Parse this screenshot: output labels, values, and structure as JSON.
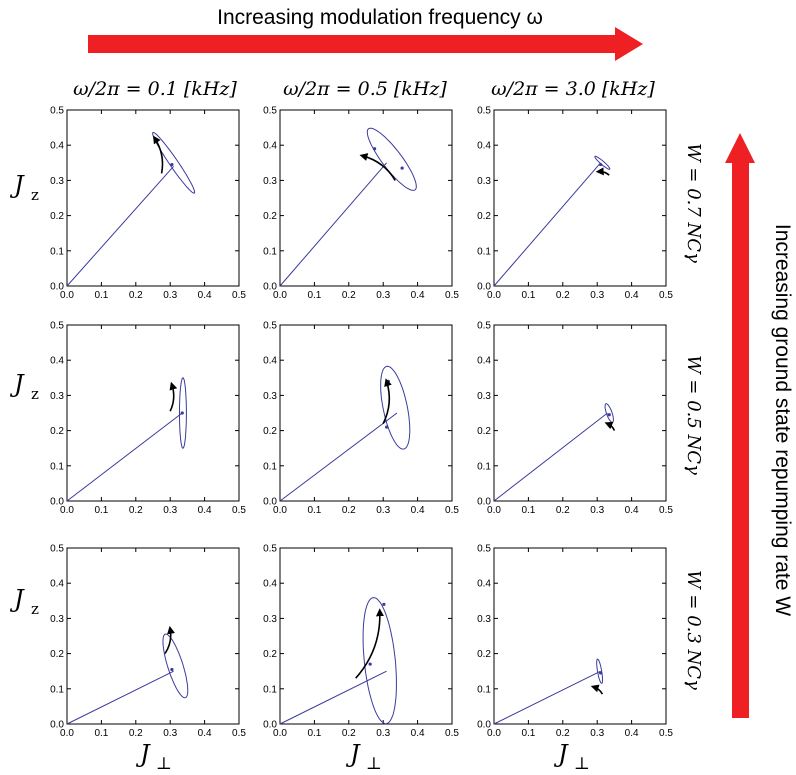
{
  "top_label": "Increasing modulation frequency ω",
  "side_label": "Increasing ground state repumping rate W",
  "arrow_color": "#ee2024",
  "curve_color": "#3b3b9c",
  "column_titles": [
    "ω/2π = 0.1 [kHz]",
    "ω/2π = 0.5 [kHz]",
    "ω/2π = 3.0 [kHz]"
  ],
  "row_labels": [
    "W = 0.7 NCγ",
    "W = 0.5 NCγ",
    "W = 0.3 NCγ"
  ],
  "y_axis_label": "J_z",
  "x_axis_label": "J_⊥",
  "chart_data": [
    {
      "type": "line",
      "row": 0,
      "col": 0,
      "xlim": [
        0,
        0.5
      ],
      "ylim": [
        0,
        0.5
      ],
      "xticks": [
        "0.0",
        "0.1",
        "0.2",
        "0.3",
        "0.4",
        "0.5"
      ],
      "yticks": [
        "0.0",
        "0.1",
        "0.2",
        "0.3",
        "0.4",
        "0.5"
      ],
      "trajectory": [
        [
          0,
          0
        ],
        [
          0.31,
          0.34
        ]
      ],
      "ellipse": {
        "cx": 0.31,
        "cy": 0.35,
        "rx": 0.105,
        "ry": 0.012,
        "angle_deg": -55
      },
      "markers": [
        [
          0.305,
          0.345
        ]
      ],
      "arrow": {
        "from": [
          0.275,
          0.32
        ],
        "to": [
          0.255,
          0.42
        ]
      }
    },
    {
      "type": "line",
      "row": 0,
      "col": 1,
      "xlim": [
        0,
        0.5
      ],
      "ylim": [
        0,
        0.5
      ],
      "xticks": [
        "0.0",
        "0.1",
        "0.2",
        "0.3",
        "0.4",
        "0.5"
      ],
      "yticks": [
        "0.0",
        "0.1",
        "0.2",
        "0.3",
        "0.4",
        "0.5"
      ],
      "trajectory": [
        [
          0,
          0
        ],
        [
          0.31,
          0.35
        ]
      ],
      "ellipse": {
        "cx": 0.325,
        "cy": 0.36,
        "rx": 0.11,
        "ry": 0.028,
        "angle_deg": -52
      },
      "markers": [
        [
          0.275,
          0.39
        ],
        [
          0.355,
          0.335
        ]
      ],
      "arrow": {
        "from": [
          0.335,
          0.3
        ],
        "to": [
          0.24,
          0.37
        ]
      }
    },
    {
      "type": "line",
      "row": 0,
      "col": 2,
      "xlim": [
        0,
        0.5
      ],
      "ylim": [
        0,
        0.5
      ],
      "xticks": [
        "0.0",
        "0.1",
        "0.2",
        "0.3",
        "0.4",
        "0.5"
      ],
      "yticks": [
        "0.0",
        "0.1",
        "0.2",
        "0.3",
        "0.4",
        "0.5"
      ],
      "trajectory": [
        [
          0,
          0
        ],
        [
          0.31,
          0.35
        ]
      ],
      "ellipse": {
        "cx": 0.315,
        "cy": 0.35,
        "rx": 0.028,
        "ry": 0.005,
        "angle_deg": -40
      },
      "markers": [
        [
          0.31,
          0.345
        ]
      ],
      "arrow": {
        "from": [
          0.335,
          0.315
        ],
        "to": [
          0.305,
          0.325
        ]
      }
    },
    {
      "type": "line",
      "row": 1,
      "col": 0,
      "xlim": [
        0,
        0.5
      ],
      "ylim": [
        0,
        0.5
      ],
      "xticks": [
        "0.0",
        "0.1",
        "0.2",
        "0.3",
        "0.4",
        "0.5"
      ],
      "yticks": [
        "0.0",
        "0.1",
        "0.2",
        "0.3",
        "0.4",
        "0.5"
      ],
      "trajectory": [
        [
          0,
          0
        ],
        [
          0.335,
          0.25
        ]
      ],
      "ellipse": {
        "cx": 0.337,
        "cy": 0.25,
        "rx": 0.01,
        "ry": 0.1,
        "angle_deg": 0
      },
      "markers": [
        [
          0.335,
          0.25
        ]
      ],
      "arrow": {
        "from": [
          0.3,
          0.255
        ],
        "to": [
          0.305,
          0.33
        ]
      }
    },
    {
      "type": "line",
      "row": 1,
      "col": 1,
      "xlim": [
        0,
        0.5
      ],
      "ylim": [
        0,
        0.5
      ],
      "xticks": [
        "0.0",
        "0.1",
        "0.2",
        "0.3",
        "0.4",
        "0.5"
      ],
      "yticks": [
        "0.0",
        "0.1",
        "0.2",
        "0.3",
        "0.4",
        "0.5"
      ],
      "trajectory": [
        [
          0,
          0
        ],
        [
          0.34,
          0.25
        ]
      ],
      "ellipse": {
        "cx": 0.335,
        "cy": 0.265,
        "rx": 0.035,
        "ry": 0.12,
        "angle_deg": 12
      },
      "markers": [
        [
          0.315,
          0.34
        ],
        [
          0.31,
          0.21
        ]
      ],
      "arrow": {
        "from": [
          0.3,
          0.22
        ],
        "to": [
          0.31,
          0.34
        ]
      }
    },
    {
      "type": "line",
      "row": 1,
      "col": 2,
      "xlim": [
        0,
        0.5
      ],
      "ylim": [
        0,
        0.5
      ],
      "xticks": [
        "0.0",
        "0.1",
        "0.2",
        "0.3",
        "0.4",
        "0.5"
      ],
      "yticks": [
        "0.0",
        "0.1",
        "0.2",
        "0.3",
        "0.4",
        "0.5"
      ],
      "trajectory": [
        [
          0,
          0
        ],
        [
          0.33,
          0.25
        ]
      ],
      "ellipse": {
        "cx": 0.335,
        "cy": 0.25,
        "rx": 0.008,
        "ry": 0.028,
        "angle_deg": 20
      },
      "markers": [
        [
          0.335,
          0.245
        ]
      ],
      "arrow": {
        "from": [
          0.35,
          0.2
        ],
        "to": [
          0.33,
          0.22
        ]
      }
    },
    {
      "type": "line",
      "row": 2,
      "col": 0,
      "xlim": [
        0,
        0.5
      ],
      "ylim": [
        0,
        0.5
      ],
      "xticks": [
        "0.0",
        "0.1",
        "0.2",
        "0.3",
        "0.4",
        "0.5"
      ],
      "yticks": [
        "0.0",
        "0.1",
        "0.2",
        "0.3",
        "0.4",
        "0.5"
      ],
      "trajectory": [
        [
          0,
          0
        ],
        [
          0.31,
          0.15
        ]
      ],
      "ellipse": {
        "cx": 0.315,
        "cy": 0.165,
        "rx": 0.022,
        "ry": 0.095,
        "angle_deg": 18
      },
      "markers": [
        [
          0.305,
          0.155
        ]
      ],
      "arrow": {
        "from": [
          0.285,
          0.2
        ],
        "to": [
          0.3,
          0.27
        ]
      }
    },
    {
      "type": "line",
      "row": 2,
      "col": 1,
      "xlim": [
        0,
        0.5
      ],
      "ylim": [
        0,
        0.5
      ],
      "xticks": [
        "0.0",
        "0.1",
        "0.2",
        "0.3",
        "0.4",
        "0.5"
      ],
      "yticks": [
        "0.0",
        "0.1",
        "0.2",
        "0.3",
        "0.4",
        "0.5"
      ],
      "trajectory": [
        [
          0,
          0
        ],
        [
          0.31,
          0.15
        ]
      ],
      "ellipse": {
        "cx": 0.29,
        "cy": 0.18,
        "rx": 0.045,
        "ry": 0.18,
        "angle_deg": 6
      },
      "markers": [
        [
          0.262,
          0.17
        ],
        [
          0.302,
          0.34
        ]
      ],
      "arrow": {
        "from": [
          0.22,
          0.13
        ],
        "to": [
          0.29,
          0.32
        ]
      }
    },
    {
      "type": "line",
      "row": 2,
      "col": 2,
      "xlim": [
        0,
        0.5
      ],
      "ylim": [
        0,
        0.5
      ],
      "xticks": [
        "0.0",
        "0.1",
        "0.2",
        "0.3",
        "0.4",
        "0.5"
      ],
      "yticks": [
        "0.0",
        "0.1",
        "0.2",
        "0.3",
        "0.4",
        "0.5"
      ],
      "trajectory": [
        [
          0,
          0
        ],
        [
          0.31,
          0.15
        ]
      ],
      "ellipse": {
        "cx": 0.307,
        "cy": 0.15,
        "rx": 0.006,
        "ry": 0.035,
        "angle_deg": 10
      },
      "markers": [
        [
          0.31,
          0.145
        ]
      ],
      "arrow": {
        "from": [
          0.315,
          0.085
        ],
        "to": [
          0.29,
          0.105
        ]
      }
    }
  ]
}
